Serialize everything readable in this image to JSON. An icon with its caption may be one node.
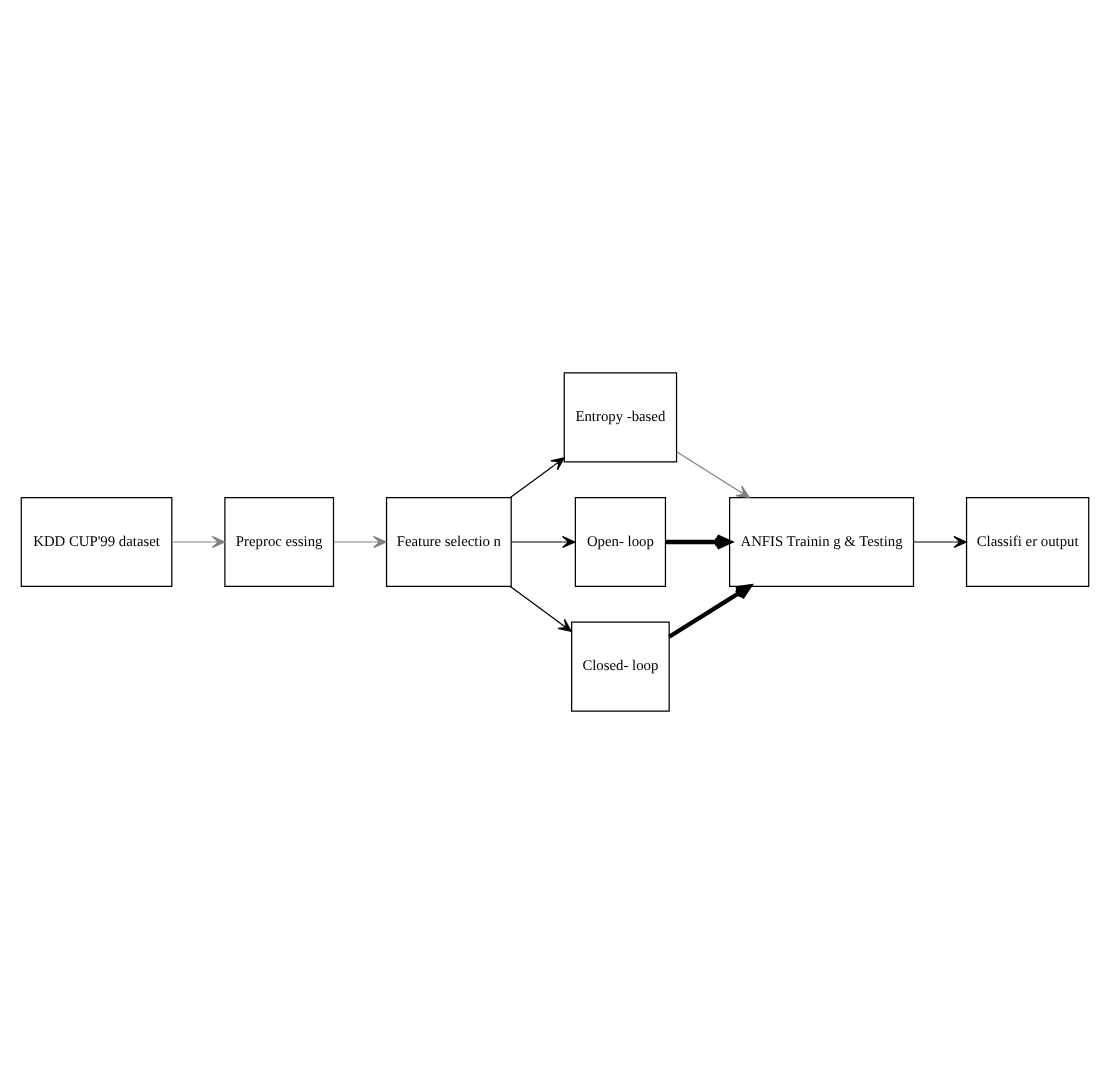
{
  "diagram": {
    "nodes": [
      {
        "text": [
          "KDD CUP'99 dataset"
        ]
      },
      {
        "text": [
          "Preproc essing"
        ]
      },
      {
        "text": [
          "Feature selectio n"
        ]
      },
      {
        "text": [
          "Entropy -based"
        ]
      },
      {
        "text": [
          "Open- loop"
        ]
      },
      {
        "text": [
          "Closed- loop"
        ]
      },
      {
        "text": [
          "ANFIS Trainin g & Testing"
        ]
      },
      {
        "text": [
          "Classifi er output"
        ]
      }
    ],
    "edges": [
      {
        "from": 0,
        "to": 1,
        "arrow": "to",
        "color": "#808080"
      },
      {
        "from": 1,
        "to": 2,
        "arrow": "to",
        "color": "#808080"
      },
      {
        "from": 2,
        "to": 3,
        "arrow": "to"
      },
      {
        "from": 2,
        "to": 4,
        "arrow": "to"
      },
      {
        "from": 2,
        "to": 5,
        "arrow": "to"
      },
      {
        "from": 3,
        "to": 6,
        "arrow": "to",
        "color": "#808080"
      },
      {
        "from": 4,
        "to": 6,
        "arrow": "to",
        "style": "thick"
      },
      {
        "from": 5,
        "to": 6,
        "arrow": "to",
        "style": "thick"
      },
      {
        "from": 6,
        "to": 7,
        "arrow": "to"
      }
    ]
  }
}
